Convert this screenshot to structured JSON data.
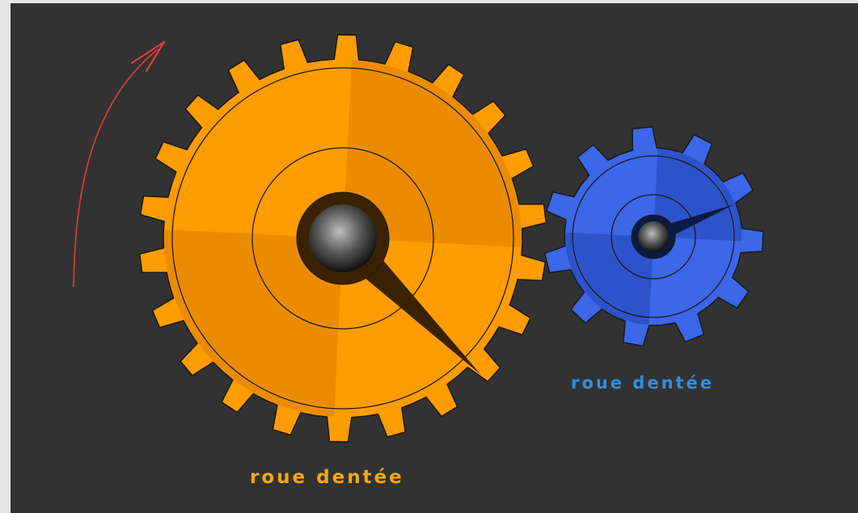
{
  "gears": [
    {
      "id": "large",
      "label": "roue dentée",
      "teeth": 22,
      "fill": "#ff9c00",
      "shade": "#e88a00",
      "label_color": "#f4a90f",
      "hub_color": "#3a2200"
    },
    {
      "id": "small",
      "label": "roue dentée",
      "teeth": 11,
      "fill": "#3b67e8",
      "shade": "#2b50c4",
      "label_color": "#2f8fe0",
      "hub_color": "#0b1a40"
    }
  ],
  "arrow": {
    "direction": "counter-clockwise",
    "color": "#e23b3b"
  },
  "colors": {
    "background": "#323232",
    "outline": "#1a1a1a"
  }
}
